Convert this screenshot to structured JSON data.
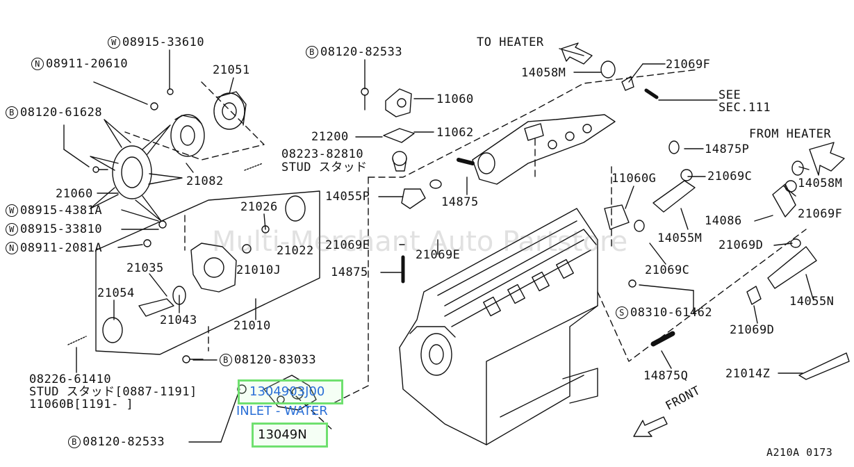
{
  "diagram": {
    "labels": {
      "w_08915_33610": "08915-33610",
      "n_08911_20610": "08911-20610",
      "p21051": "21051",
      "b_08120_61628": "08120-61628",
      "p21082": "21082",
      "p21060": "21060",
      "w_08915_4381a": "08915-4381A",
      "w_08915_33810": "08915-33810",
      "n_08911_2081a": "08911-2081A",
      "p21026": "21026",
      "p21022": "21022",
      "p21010j": "21010J",
      "p21035": "21035",
      "p21054": "21054",
      "p21043": "21043",
      "p21010": "21010",
      "stud_08223_82810": "08223-82810",
      "stud_label": "STUD スタッド",
      "b_08120_82533_top": "08120-82533",
      "p11060": "11060",
      "p21200": "21200",
      "p11062": "11062",
      "p14055p": "14055P",
      "p14875_a": "14875",
      "p21069e_left": "21069E",
      "p21069e_right": "21069E",
      "p14875_b": "14875",
      "b_08120_83033": "08120-83033",
      "stud_08226_61410": "08226-61410",
      "stud_08226_line2": "STUD スタッド[0887-1191]",
      "p11060b_line": "11060B[1191-      ]",
      "b_08120_82533_bottom": "08120-82533",
      "to_heater": "TO HEATER",
      "p14058m_top": "14058M",
      "p21069f_top": "21069F",
      "see": "SEE",
      "sec111": "SEC.111",
      "from_heater": "FROM HEATER",
      "p14875p": "14875P",
      "p21069c_top": "21069C",
      "p14058m_right": "14058M",
      "p11060g": "11060G",
      "p14086": "14086",
      "p21069f_right": "21069F",
      "p14055m": "14055M",
      "p21069d_top": "21069D",
      "p21069c_bottom": "21069C",
      "p14055n": "14055N",
      "s_08310_61462": "08310-61462",
      "p21069d_bottom": "21069D",
      "p14875q": "14875Q",
      "p21014z": "21014Z",
      "front": "FRONT",
      "ref_code": "A210A 0173"
    },
    "prefixes": {
      "w": "W",
      "n": "N",
      "b": "B",
      "s": "S"
    },
    "highlights": {
      "part_code": "1304903J00",
      "part_name": "INLET - WATER",
      "part_ref": "13049N"
    },
    "watermark": "Multi-Merchant Auto Partstore"
  }
}
